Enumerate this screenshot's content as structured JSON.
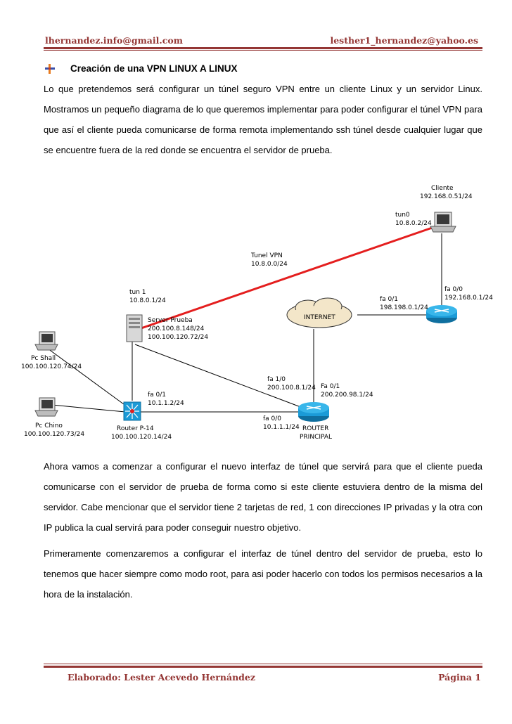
{
  "header": {
    "email_left": "lhernandez.info@gmail.com",
    "email_right": "lesther1_hernandez@yahoo.es"
  },
  "title": "Creación  de una VPN LINUX A LINUX",
  "paragraphs": [
    "Lo que pretendemos será configurar un túnel seguro VPN entre un cliente Linux y un servidor Linux. Mostramos un pequeño diagrama de lo que queremos implementar  para poder configurar el túnel VPN para que así el cliente pueda comunicarse de forma remota implementando ssh túnel desde cualquier lugar que se encuentre fuera de la red donde se encuentra el servidor de prueba.",
    "Ahora vamos a comenzar a configurar el nuevo interfaz de túnel que servirá para que el cliente pueda comunicarse con el servidor de prueba de forma como si este cliente estuviera dentro de la misma del servidor. Cabe mencionar que el servidor tiene 2 tarjetas de red, 1 con direcciones IP privadas y la otra con IP publica la cual servirá para poder conseguir nuestro objetivo.",
    "Primeramente comenzaremos a configurar el interfaz de túnel dentro del servidor de prueba, esto lo tenemos que hacer siempre como modo root, para asi poder hacerlo con todos los permisos necesarios a la hora de la instalación."
  ],
  "diagram": {
    "cliente_name": "Cliente",
    "cliente_ip": "192.168.0.51/24",
    "tun0_name": "tun0",
    "tun0_ip": "10.8.0.2/24",
    "tunel_name": "Tunel VPN",
    "tunel_net": "10.8.0.0/24",
    "tun1_name": "tun 1",
    "tun1_ip": "10.8.0.1/24",
    "server_name": "Server Prueba",
    "server_ip1": "200.100.8.148/24",
    "server_ip2": "100.100.120.72/24",
    "internet": "INTERNET",
    "r2_fa01": "fa 0/1",
    "r2_fa01_ip": "198.198.0.1/24",
    "r2_fa00": "fa 0/0",
    "r2_fa00_ip": "192.168.0.1/24",
    "pcshall_name": "Pc Shall",
    "pcshall_ip": "100.100.120.74/24",
    "pcchino_name": "Pc Chino",
    "pcchino_ip": "100.100.120.73/24",
    "rp14_fa01": "fa 0/1",
    "rp14_fa01_ip": "10.1.1.2/24",
    "rp14_name": "Router P-14",
    "rp14_ip": "100.100.120.14/24",
    "rpri_fa10": "fa 1/0",
    "rpri_fa10_ip": "200.100.8.1/24",
    "rpri_fa01": "Fa 0/1",
    "rpri_fa01_ip": "200.200.98.1/24",
    "rpri_fa00": "fa 0/0",
    "rpri_fa00_ip": "10.1.1.1/24",
    "rpri_name1": "ROUTER",
    "rpri_name2": "PRINCIPAL"
  },
  "footer": {
    "author": "Elaborado: Lester Acevedo Hernández",
    "page": "Página 1"
  },
  "colors": {
    "accent": "#943634",
    "tunnel": "#e41e1e",
    "router": "#1b9bd7"
  }
}
